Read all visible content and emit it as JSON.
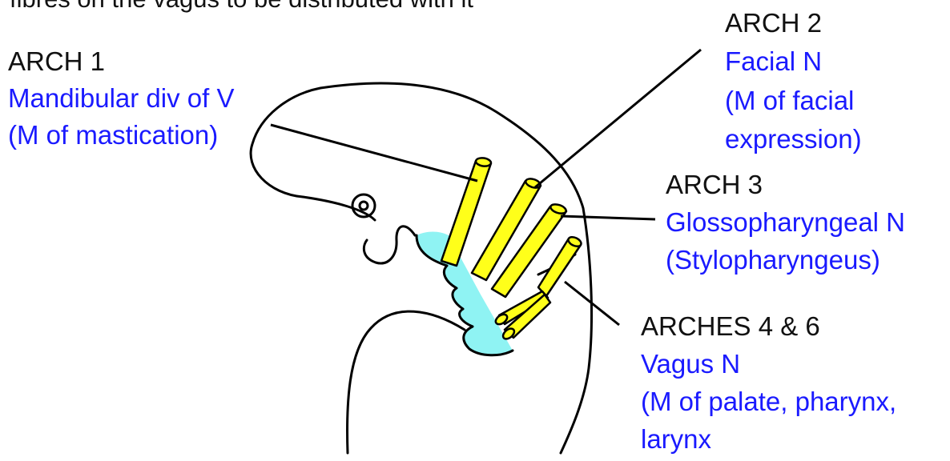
{
  "header_text": "fibres on the vagus to be distributed with it",
  "arch1": {
    "title": "ARCH 1",
    "nerve": "Mandibular div of V",
    "muscles": "(M of mastication)"
  },
  "arch2": {
    "title": "ARCH 2",
    "nerve": "Facial N",
    "muscles_line1": "(M of facial",
    "muscles_line2": "expression)"
  },
  "arch3": {
    "title": "ARCH 3",
    "nerve": "Glossopharyngeal N",
    "muscles": "(Stylopharyngeus)"
  },
  "arch46": {
    "title": "ARCHES 4 & 6",
    "nerve": "Vagus N",
    "muscles_line1": "(M of palate, pharynx,",
    "muscles_line2": "larynx"
  },
  "colors": {
    "title_text": "#111111",
    "nerve_text": "#1a1aff",
    "nerve_fill": "#ffff1a",
    "arch_fill": "#8ff3f3",
    "outline": "#000000"
  }
}
